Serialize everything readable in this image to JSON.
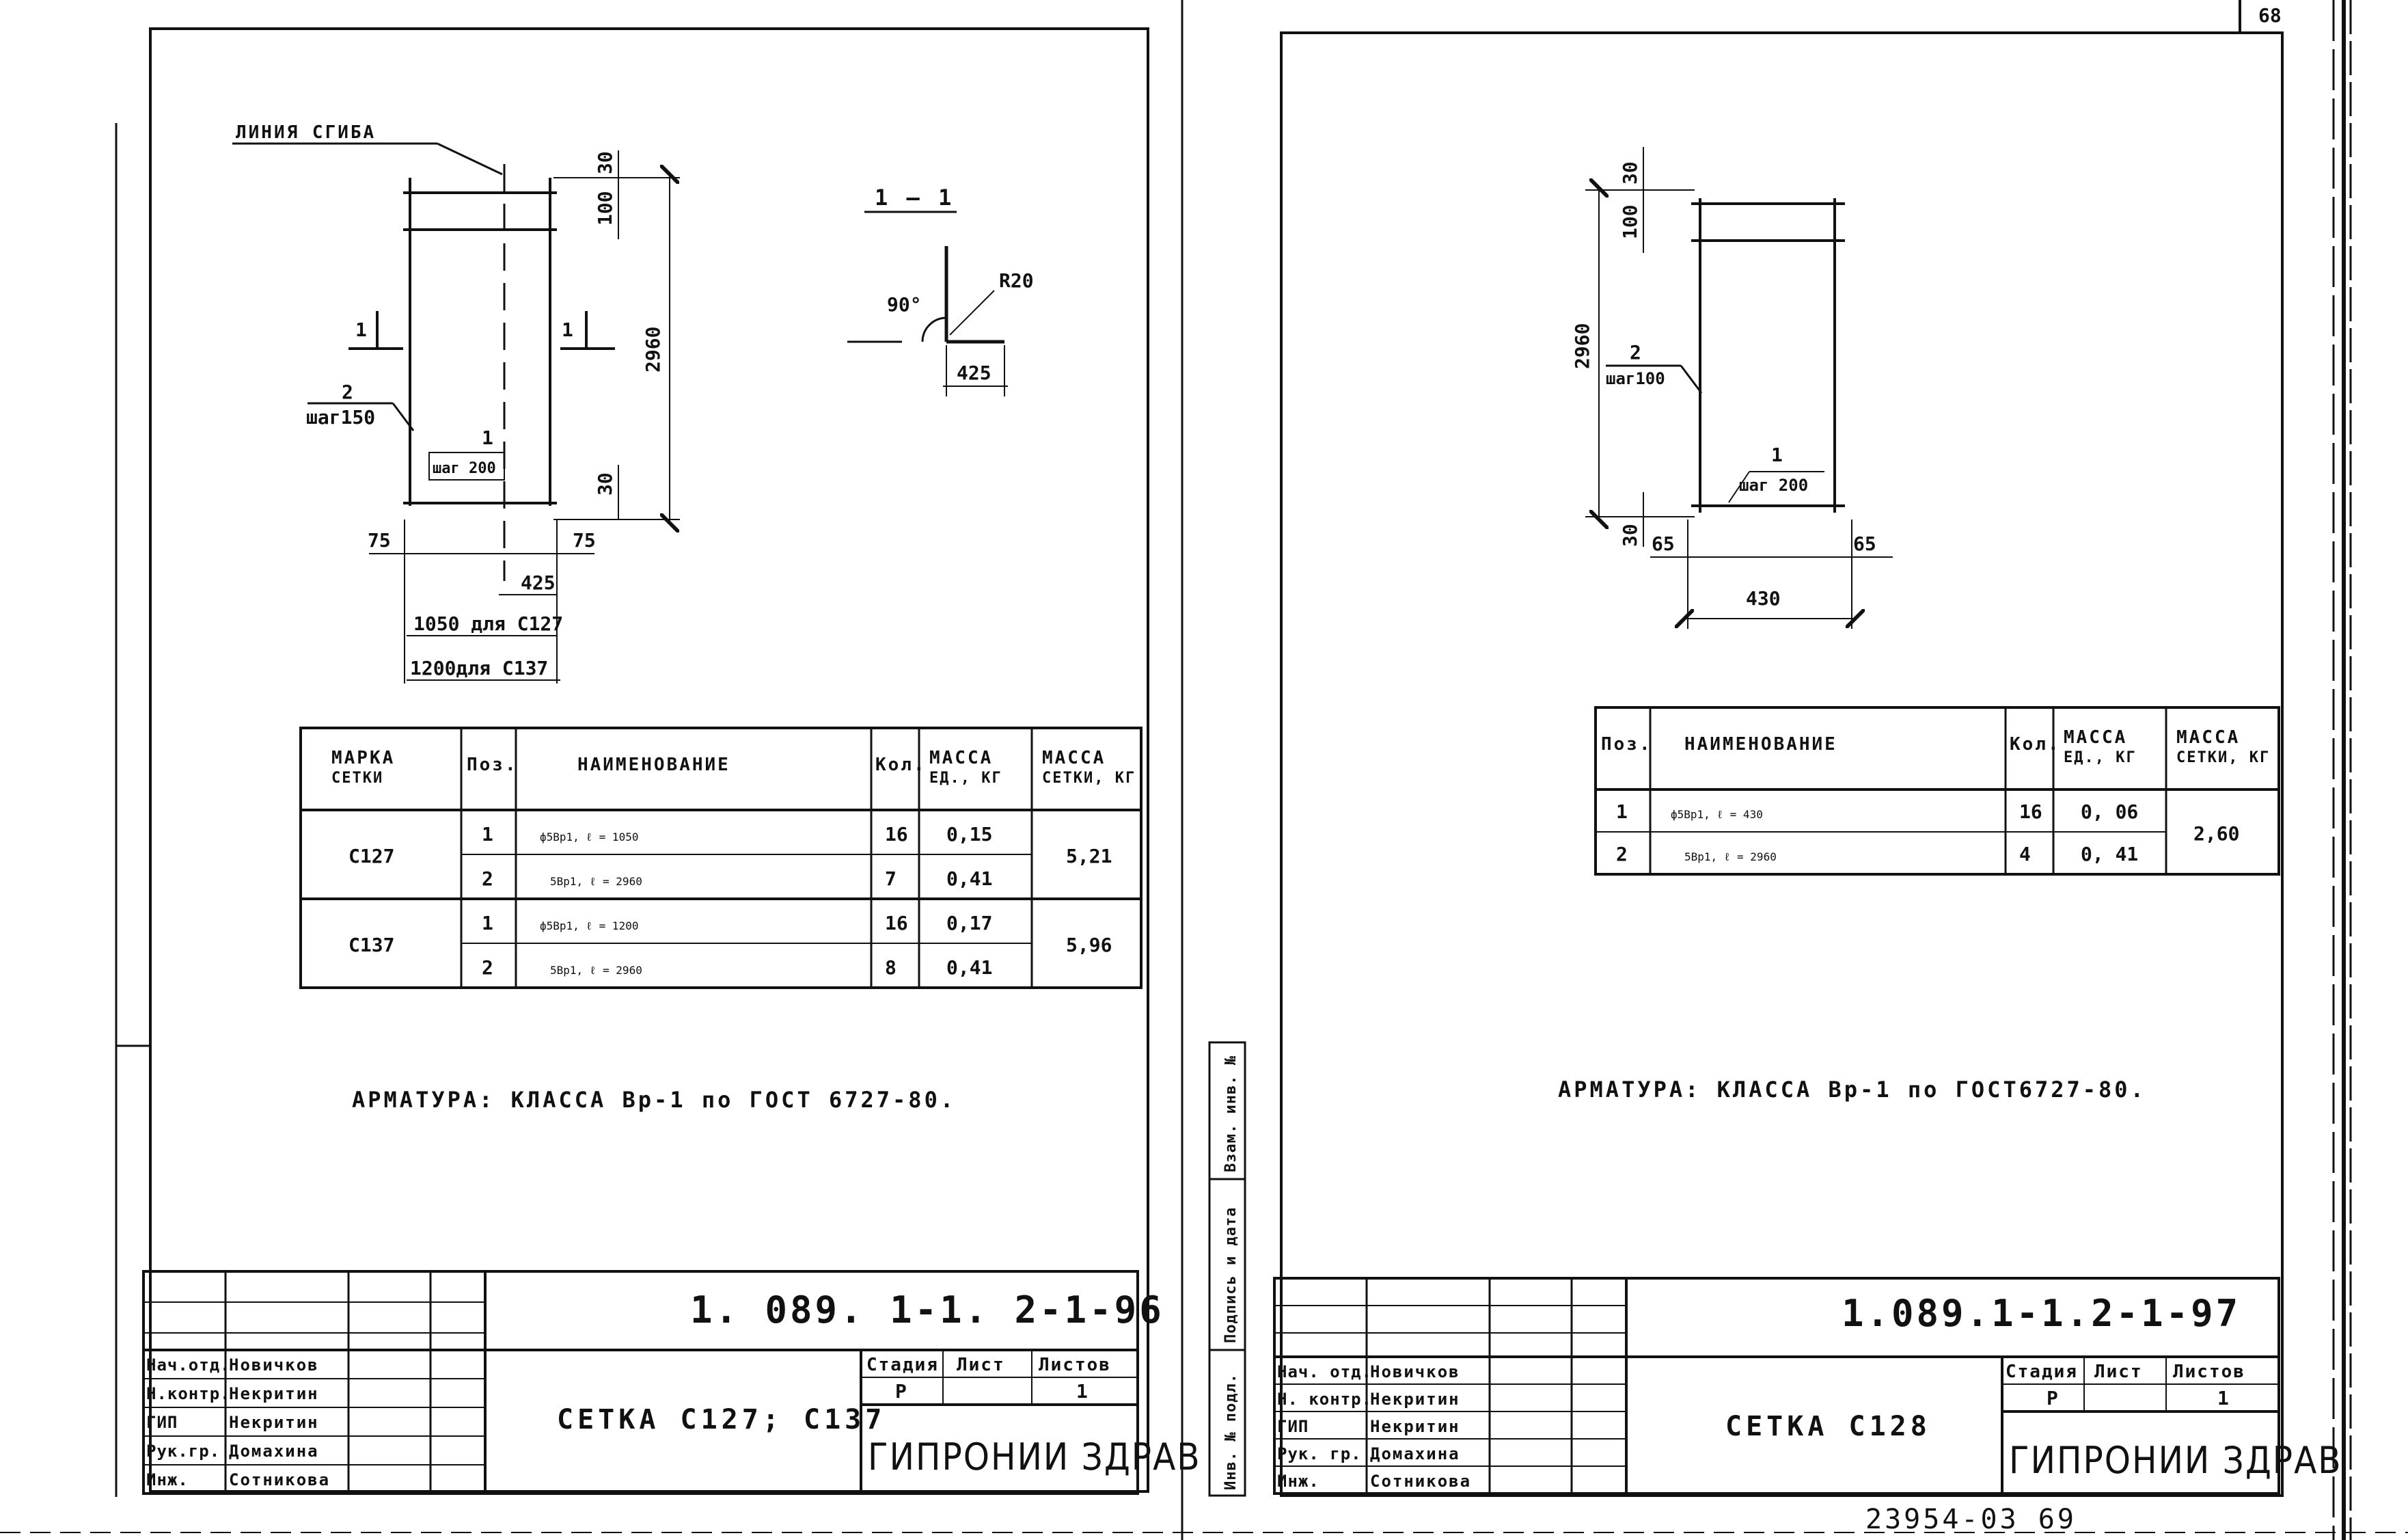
{
  "corner_sheet_number": "68",
  "bottom_stamp": "23954-03   69",
  "left_sheet": {
    "bend_line_label": "ЛИНИЯ СГИБА",
    "section_marker_left": "1",
    "section_marker_right": "1",
    "dims": {
      "top_30": "30",
      "top_100": "100",
      "height_2960": "2960",
      "bottom_30": "30",
      "left_75": "75",
      "right_75": "75",
      "inner_425": "425",
      "width_1050": "1050 для С127",
      "width_1200": "1200для С137"
    },
    "pos2_label": "2",
    "pos2_step": "шаг150",
    "pos1_label": "1",
    "pos1_step": "шаг 200",
    "section": {
      "title": "1 — 1",
      "angle": "90°",
      "radius": "R20",
      "length": "425"
    },
    "table": {
      "headers": [
        "МАРКА СЕТКИ",
        "Поз.",
        "НАИМЕНОВАНИЕ",
        "Кол.",
        "МАССА ЕД., КГ",
        "МАССА СЕТКИ, КГ"
      ],
      "groups": [
        {
          "mark": "С127",
          "total": "5,21",
          "rows": [
            {
              "pos": "1",
              "name": "ф5Вр1,   ℓ = 1050",
              "qty": "16",
              "mass": "0,15"
            },
            {
              "pos": "2",
              "name": "5Вр1,   ℓ = 2960",
              "qty": "7",
              "mass": "0,41"
            }
          ]
        },
        {
          "mark": "С137",
          "total": "5,96",
          "rows": [
            {
              "pos": "1",
              "name": "ф5Вр1,   ℓ = 1200",
              "qty": "16",
              "mass": "0,17"
            },
            {
              "pos": "2",
              "name": "5Вр1,   ℓ = 2960",
              "qty": "8",
              "mass": "0,41"
            }
          ]
        }
      ]
    },
    "note": "АРМАТУРА: КЛАССА Вр-1 по ГОСТ 6727-80.",
    "title_block": {
      "doc_code": "1. 089. 1-1. 2-1-96",
      "roles": [
        "Нач.отд.",
        "Н.контр.",
        "ГИП",
        "Рук.гр.",
        "Инж."
      ],
      "names": [
        "Новичков",
        "Некритин",
        "Некритин",
        "Домахина",
        "Сотникова"
      ],
      "title": "СЕТКА С127; С137",
      "stage_label": "Стадия",
      "sheet_label": "Лист",
      "sheets_label": "Листов",
      "stage": "Р",
      "sheets": "1",
      "org": "ГИПРОНИИ ЗДРАВ"
    }
  },
  "right_sheet": {
    "dims": {
      "top_30": "30",
      "top_100": "100",
      "height_2960": "2960",
      "bottom_30": "30",
      "left_65": "65",
      "right_65": "65",
      "width_430": "430"
    },
    "pos2_label": "2",
    "pos2_step": "шаг100",
    "pos1_label": "1",
    "pos1_step": "шаг 200",
    "table": {
      "headers": [
        "Поз.",
        "НАИМЕНОВАНИЕ",
        "Кол.",
        "МАССА ЕД., КГ",
        "МАССА СЕТКИ, КГ"
      ],
      "total": "2,60",
      "rows": [
        {
          "pos": "1",
          "name": "ф5Вр1,   ℓ = 430",
          "qty": "16",
          "mass": "0, 06"
        },
        {
          "pos": "2",
          "name": "5Вр1,   ℓ = 2960",
          "qty": "4",
          "mass": "0, 41"
        }
      ]
    },
    "note": "АРМАТУРА: КЛАССА Вр-1 по ГОСТ6727-80.",
    "side_stamps": [
      "Инв. № подл.",
      "Подпись и дата",
      "Взам. инв. №"
    ],
    "title_block": {
      "doc_code": "1.089.1-1.2-1-97",
      "roles": [
        "Нач. отд.",
        "Н. контр.",
        "ГИП",
        "Рук. гр.",
        "Инж."
      ],
      "names": [
        "Новичков",
        "Некритин",
        "Некритин",
        "Домахина",
        "Сотникова"
      ],
      "title": "СЕТКА С128",
      "stage_label": "Стадия",
      "sheet_label": "Лист",
      "sheets_label": "Листов",
      "stage": "Р",
      "sheets": "1",
      "org": "ГИПРОНИИ ЗДРАВ"
    }
  }
}
